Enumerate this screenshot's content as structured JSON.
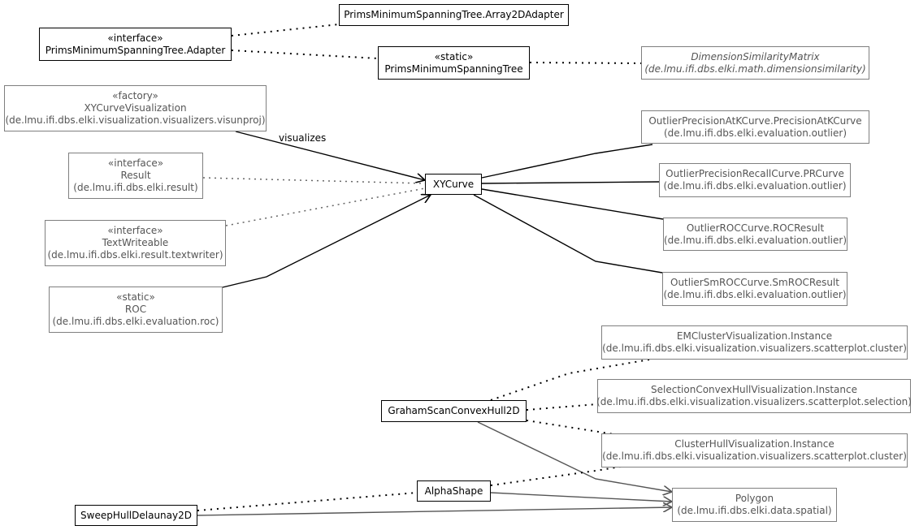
{
  "nodes": {
    "array2d": {
      "name": "PrimsMinimumSpanningTree.Array2DAdapter"
    },
    "adapter": {
      "stereotype": "«interface»",
      "name": "PrimsMinimumSpanningTree.Adapter"
    },
    "prims": {
      "stereotype": "«static»",
      "name": "PrimsMinimumSpanningTree"
    },
    "dimsim": {
      "name": "DimensionSimilarityMatrix",
      "package": "(de.lmu.ifi.dbs.elki.math.dimensionsimilarity)"
    },
    "xyvis": {
      "stereotype": "«factory»",
      "name": "XYCurveVisualization",
      "package": "(de.lmu.ifi.dbs.elki.visualization.visualizers.visunproj)"
    },
    "result": {
      "stereotype": "«interface»",
      "name": "Result",
      "package": "(de.lmu.ifi.dbs.elki.result)"
    },
    "textw": {
      "stereotype": "«interface»",
      "name": "TextWriteable",
      "package": "(de.lmu.ifi.dbs.elki.result.textwriter)"
    },
    "roc": {
      "stereotype": "«static»",
      "name": "ROC",
      "package": "(de.lmu.ifi.dbs.elki.evaluation.roc)"
    },
    "xycurve": {
      "name": "XYCurve"
    },
    "patk": {
      "name": "OutlierPrecisionAtKCurve.PrecisionAtKCurve",
      "package": "(de.lmu.ifi.dbs.elki.evaluation.outlier)"
    },
    "prc": {
      "name": "OutlierPrecisionRecallCurve.PRCurve",
      "package": "(de.lmu.ifi.dbs.elki.evaluation.outlier)"
    },
    "rocres": {
      "name": "OutlierROCCurve.ROCResult",
      "package": "(de.lmu.ifi.dbs.elki.evaluation.outlier)"
    },
    "smroc": {
      "name": "OutlierSmROCCurve.SmROCResult",
      "package": "(de.lmu.ifi.dbs.elki.evaluation.outlier)"
    },
    "emcv": {
      "name": "EMClusterVisualization.Instance",
      "package": "(de.lmu.ifi.dbs.elki.visualization.visualizers.scatterplot.cluster)"
    },
    "selcv": {
      "name": "SelectionConvexHullVisualization.Instance",
      "package": "(de.lmu.ifi.dbs.elki.visualization.visualizers.scatterplot.selection)"
    },
    "graham": {
      "name": "GrahamScanConvexHull2D"
    },
    "chv": {
      "name": "ClusterHullVisualization.Instance",
      "package": "(de.lmu.ifi.dbs.elki.visualization.visualizers.scatterplot.cluster)"
    },
    "alpha": {
      "name": "AlphaShape"
    },
    "polygon": {
      "name": "Polygon",
      "package": "(de.lmu.ifi.dbs.elki.data.spatial)"
    },
    "sweep": {
      "name": "SweepHullDelaunay2D"
    }
  },
  "edge_labels": {
    "visualizes": "visualizes"
  }
}
